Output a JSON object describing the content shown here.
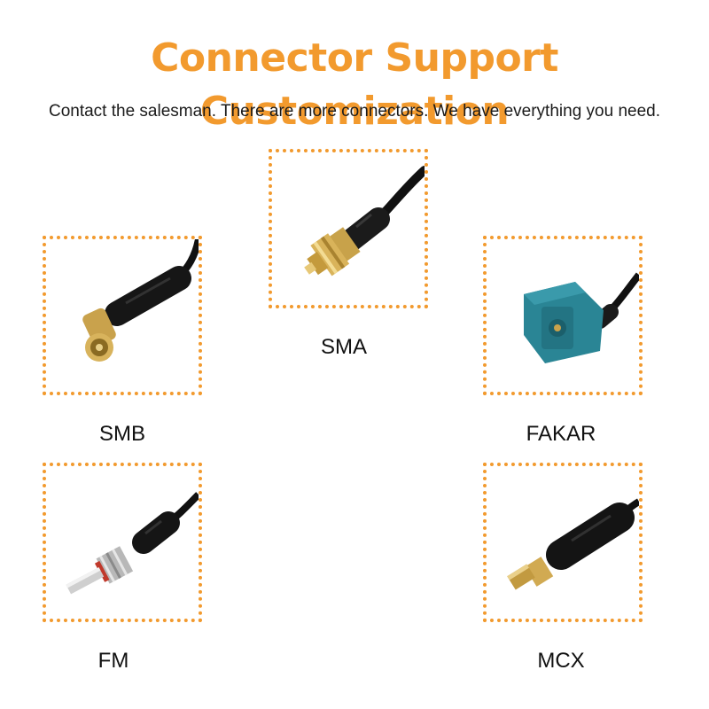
{
  "header": {
    "title": "Connector Support Customization",
    "subtitle": "Contact the salesman. There are more connectors. We have everything you need."
  },
  "connectors": [
    {
      "label": "SMA",
      "icon": "sma-connector-icon"
    },
    {
      "label": "SMB",
      "icon": "smb-connector-icon"
    },
    {
      "label": "FAKAR",
      "icon": "fakra-connector-icon"
    },
    {
      "label": "FM",
      "icon": "fm-connector-icon"
    },
    {
      "label": "MCX",
      "icon": "mcx-connector-icon"
    }
  ],
  "colors": {
    "accent": "#f29a2e",
    "text": "#111111",
    "fakra_blue": "#2a8595"
  }
}
